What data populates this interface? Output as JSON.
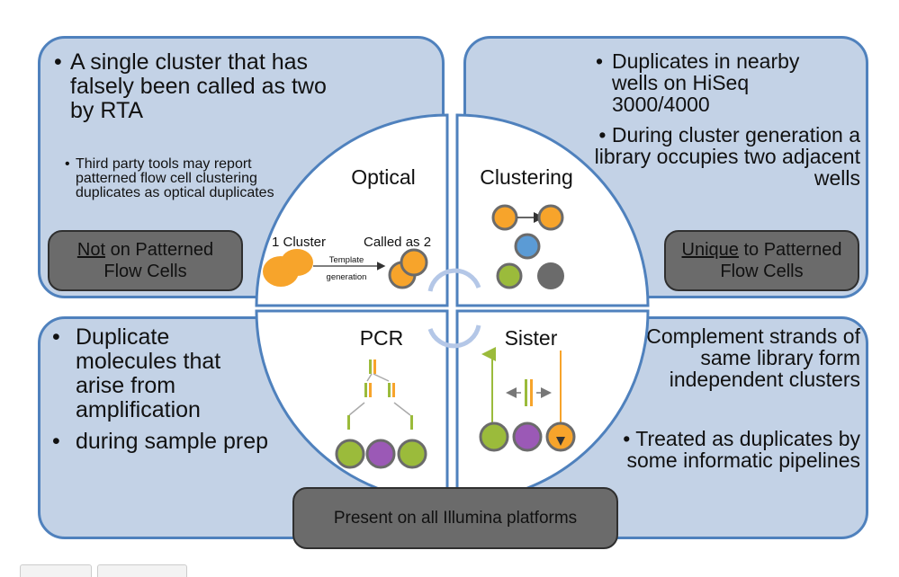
{
  "panels": {
    "optical": {
      "bullet_main": "A single cluster that has falsely been called as two by RTA",
      "bullet_sub": "Third party tools may report patterned flow cell clustering duplicates as optical duplicates",
      "box_emphasis": "Not",
      "box_rest_line1": " on Patterned",
      "box_line2": "Flow Cells"
    },
    "clustering": {
      "bullet_1": "Duplicates in nearby wells on HiSeq 3000/4000",
      "bullet_2": "During cluster generation a library occupies two adjacent wells",
      "box_emphasis": "Unique",
      "box_rest_line1": " to Patterned",
      "box_line2": "Flow Cells"
    },
    "pcr": {
      "bullet_1": "Duplicate molecules that arise from amplification",
      "bullet_2": "during sample prep"
    },
    "sister": {
      "text_1": "Complement strands of same library form independent clusters",
      "bullet_2": "Treated as duplicates by some informatic pipelines"
    }
  },
  "circle": {
    "optical_title": "Optical",
    "clustering_title": "Clustering",
    "pcr_title": "PCR",
    "sister_title": "Sister",
    "cluster_label": "1 Cluster",
    "called_label": "Called as 2",
    "template_label_1": "Template",
    "template_label_2": "generation"
  },
  "footer_box": "Present on all Illumina platforms",
  "colors": {
    "panel_fill": "#c3d2e6",
    "panel_border": "#4f81bd",
    "orange": "#f7a42b",
    "blue": "#5b9bd5",
    "green": "#9bbb3b",
    "purple": "#9b59b6",
    "dark_grey": "#6b6b6b"
  }
}
